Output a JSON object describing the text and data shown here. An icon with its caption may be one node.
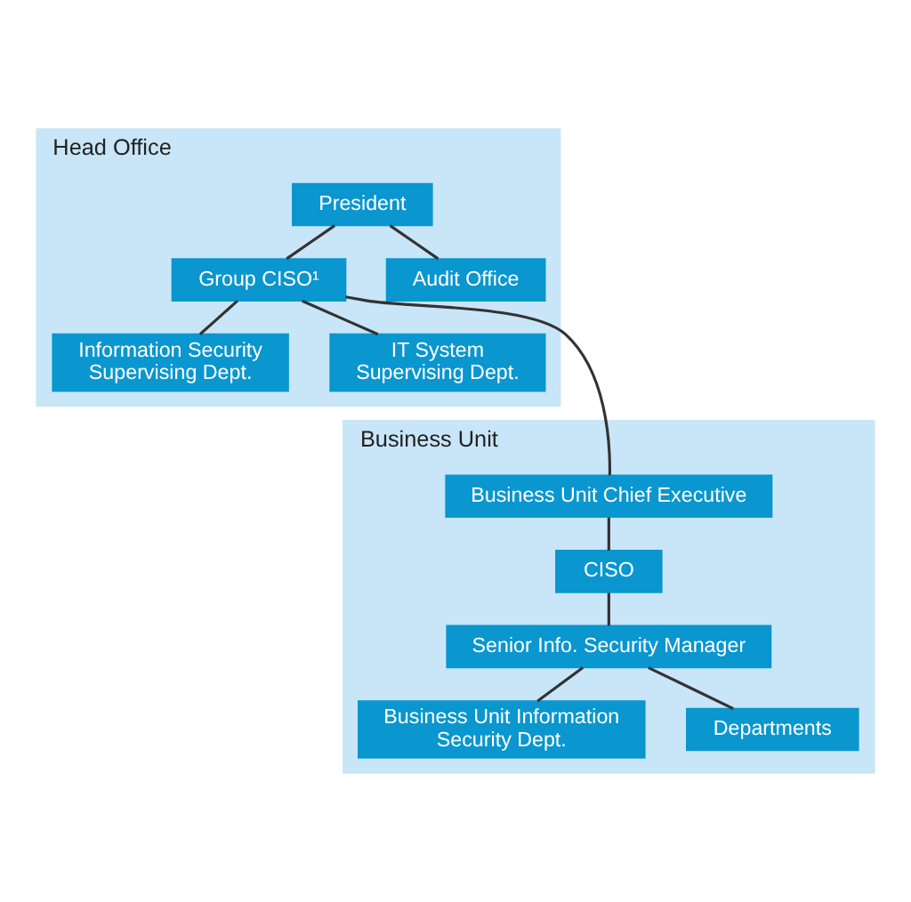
{
  "diagram": {
    "nodes": [
      {
        "text": [
          "Head Office"
        ]
      },
      {
        "text": [
          "President"
        ],
        "in": 0
      },
      {
        "text": [
          "Audit Office"
        ],
        "in": 0
      },
      {
        "text": [
          "Group CISO¹"
        ],
        "in": 0
      },
      {
        "text": [
          "Information Security Supervising Dept."
        ],
        "in": 0
      },
      {
        "text": [
          "IT System Supervising Dept."
        ],
        "in": 0
      },
      {
        "text": [
          "Business Unit"
        ]
      },
      {
        "text": [
          "Business Unit Chief Executive"
        ],
        "in": 6
      },
      {
        "text": [
          "CISO"
        ],
        "in": 6
      },
      {
        "text": [
          "Senior Info. Security Manager"
        ],
        "in": 6
      },
      {
        "text": [
          "Business Unit Information Security Dept."
        ],
        "in": 6
      },
      {
        "text": [
          "Departments"
        ],
        "in": 6
      }
    ],
    "edges": [
      {
        "from": 1,
        "to": 2,
        "arrow": "none"
      },
      {
        "from": 1,
        "to": 3,
        "arrow": "none"
      },
      {
        "from": 3,
        "to": 4,
        "arrow": "none"
      },
      {
        "from": 3,
        "to": 5,
        "arrow": "none"
      },
      {
        "from": 3,
        "to": 7,
        "arrow": "none"
      },
      {
        "from": 7,
        "to": 8,
        "arrow": "none"
      },
      {
        "from": 8,
        "to": 9,
        "arrow": "none"
      },
      {
        "from": 9,
        "to": 10,
        "arrow": "none"
      },
      {
        "from": 9,
        "to": 11,
        "arrow": "none"
      }
    ]
  }
}
